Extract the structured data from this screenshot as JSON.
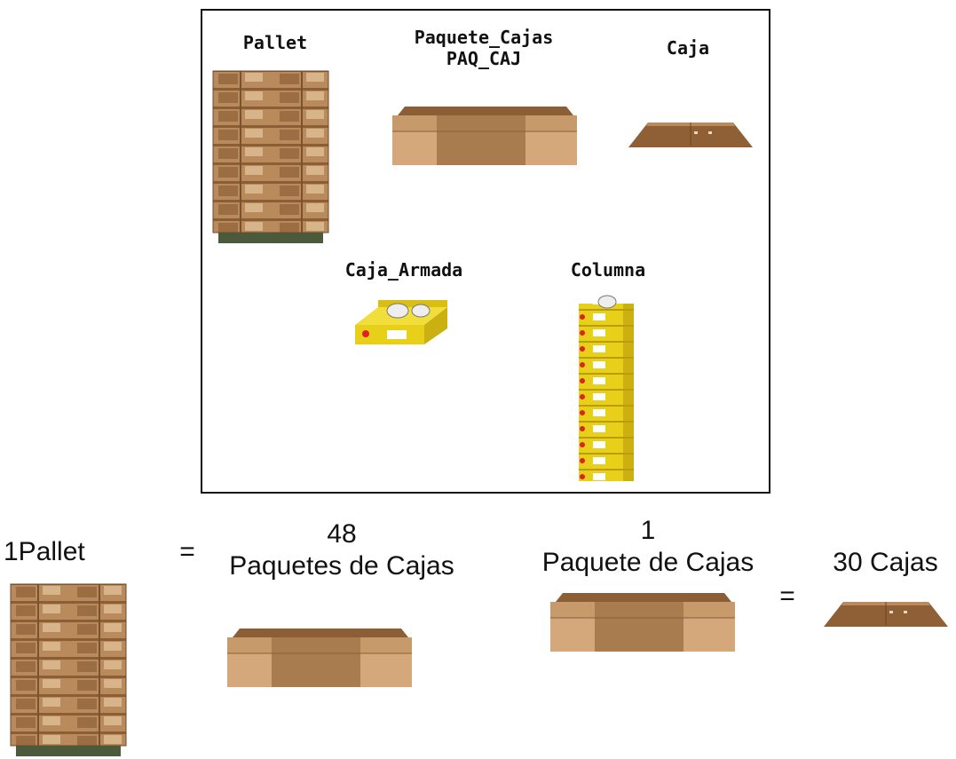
{
  "diagram": {
    "labels": {
      "pallet": "Pallet",
      "paquete_cajas_line1": "Paquete_Cajas",
      "paquete_cajas_line2": "PAQ_CAJ",
      "caja": "Caja",
      "caja_armada": "Caja_Armada",
      "columna": "Columna"
    }
  },
  "equivalence": {
    "left": {
      "pallet_label": "1Pallet",
      "equals": "=",
      "count": "48",
      "unit": "Paquetes de Cajas"
    },
    "right": {
      "count": "1",
      "unit": "Paquete de Cajas",
      "equals": "=",
      "result": "30 Cajas"
    }
  },
  "colors": {
    "cardboard": "#b98a5c",
    "cardboard_dark": "#8b5e36",
    "cardboard_light": "#d8b48a",
    "yellow_box": "#e8cf1a",
    "pallet_base": "#4a5a3a"
  }
}
